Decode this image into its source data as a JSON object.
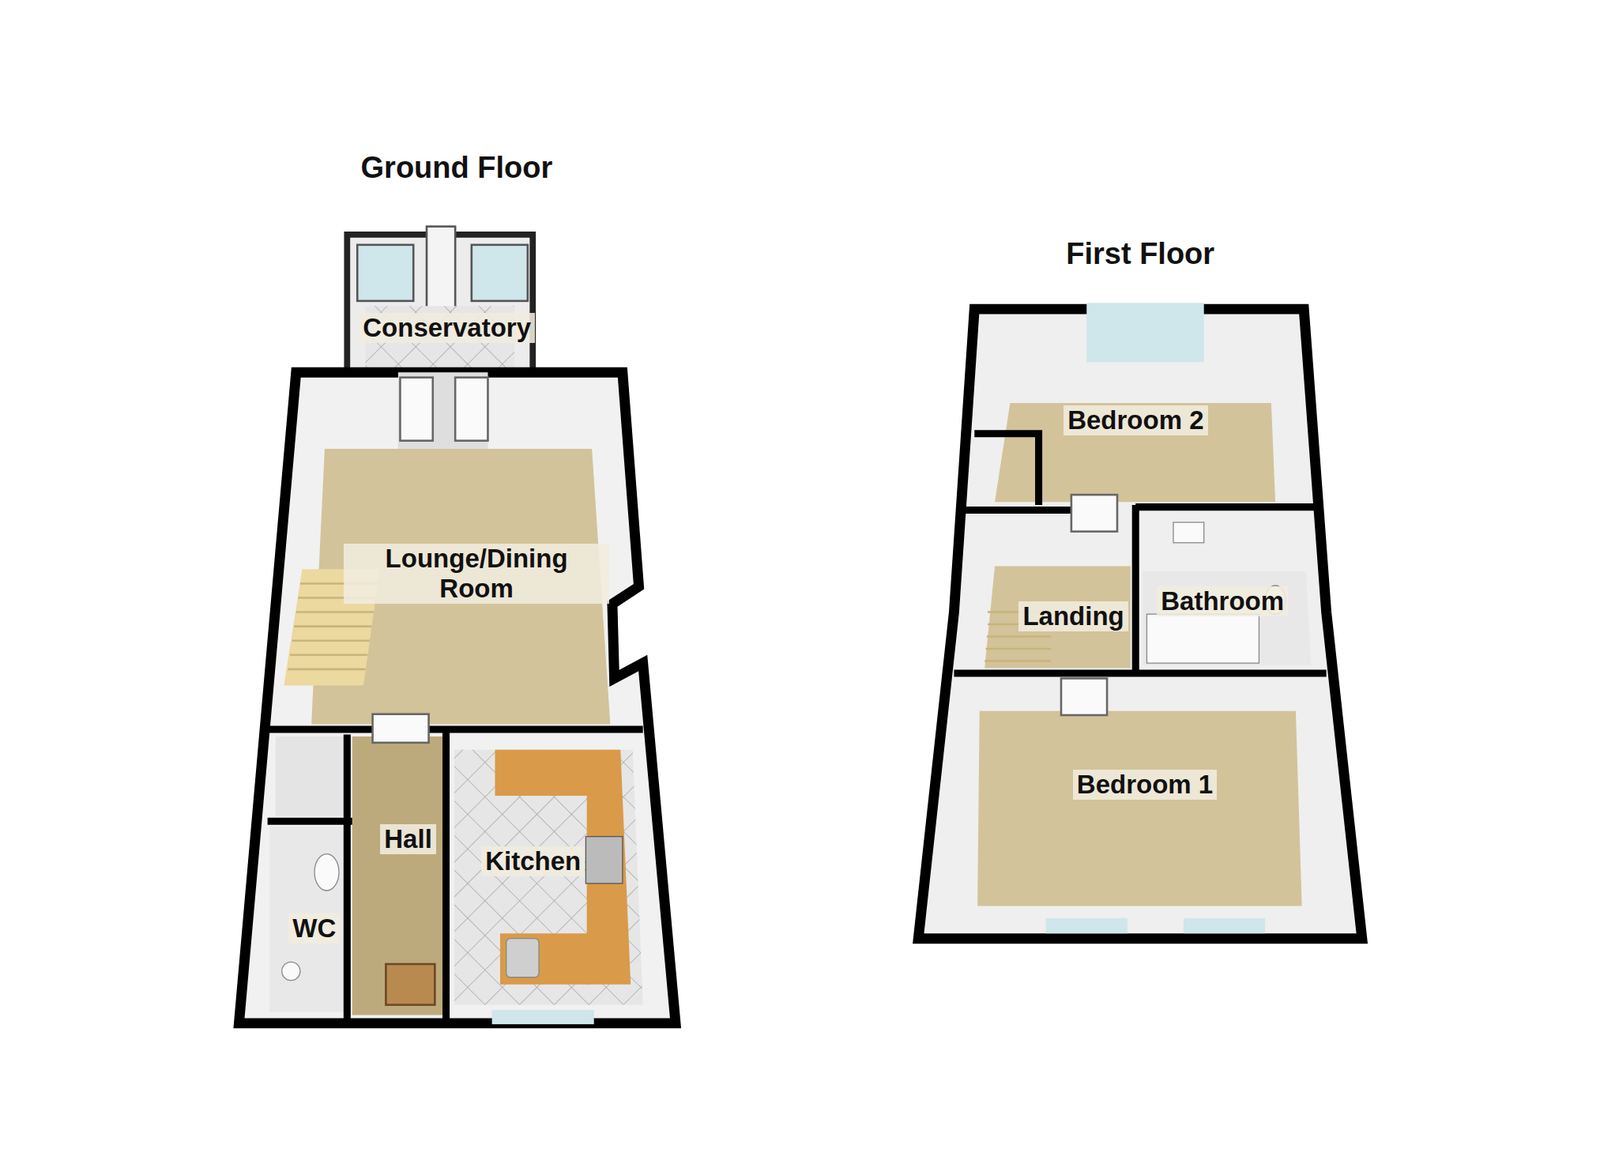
{
  "diagram": {
    "nodes": [
      {
        "text": [
          "Ground Floor"
        ]
      },
      {
        "text": [
          "Conservatory"
        ],
        "in": 0
      },
      {
        "text": [
          "Lounge/Dining Room"
        ],
        "in": 0
      },
      {
        "text": [
          "Hall"
        ],
        "in": 0
      },
      {
        "text": [
          "Kitchen"
        ],
        "in": 0
      },
      {
        "text": [
          "WC"
        ],
        "in": 0
      },
      {
        "text": [
          "First Floor"
        ]
      },
      {
        "text": [
          "Bedroom 2"
        ],
        "in": 6
      },
      {
        "text": [
          "Landing"
        ],
        "in": 6
      },
      {
        "text": [
          "Bathroom"
        ],
        "in": 6
      },
      {
        "text": [
          "Bedroom 1"
        ],
        "in": 6
      }
    ]
  }
}
